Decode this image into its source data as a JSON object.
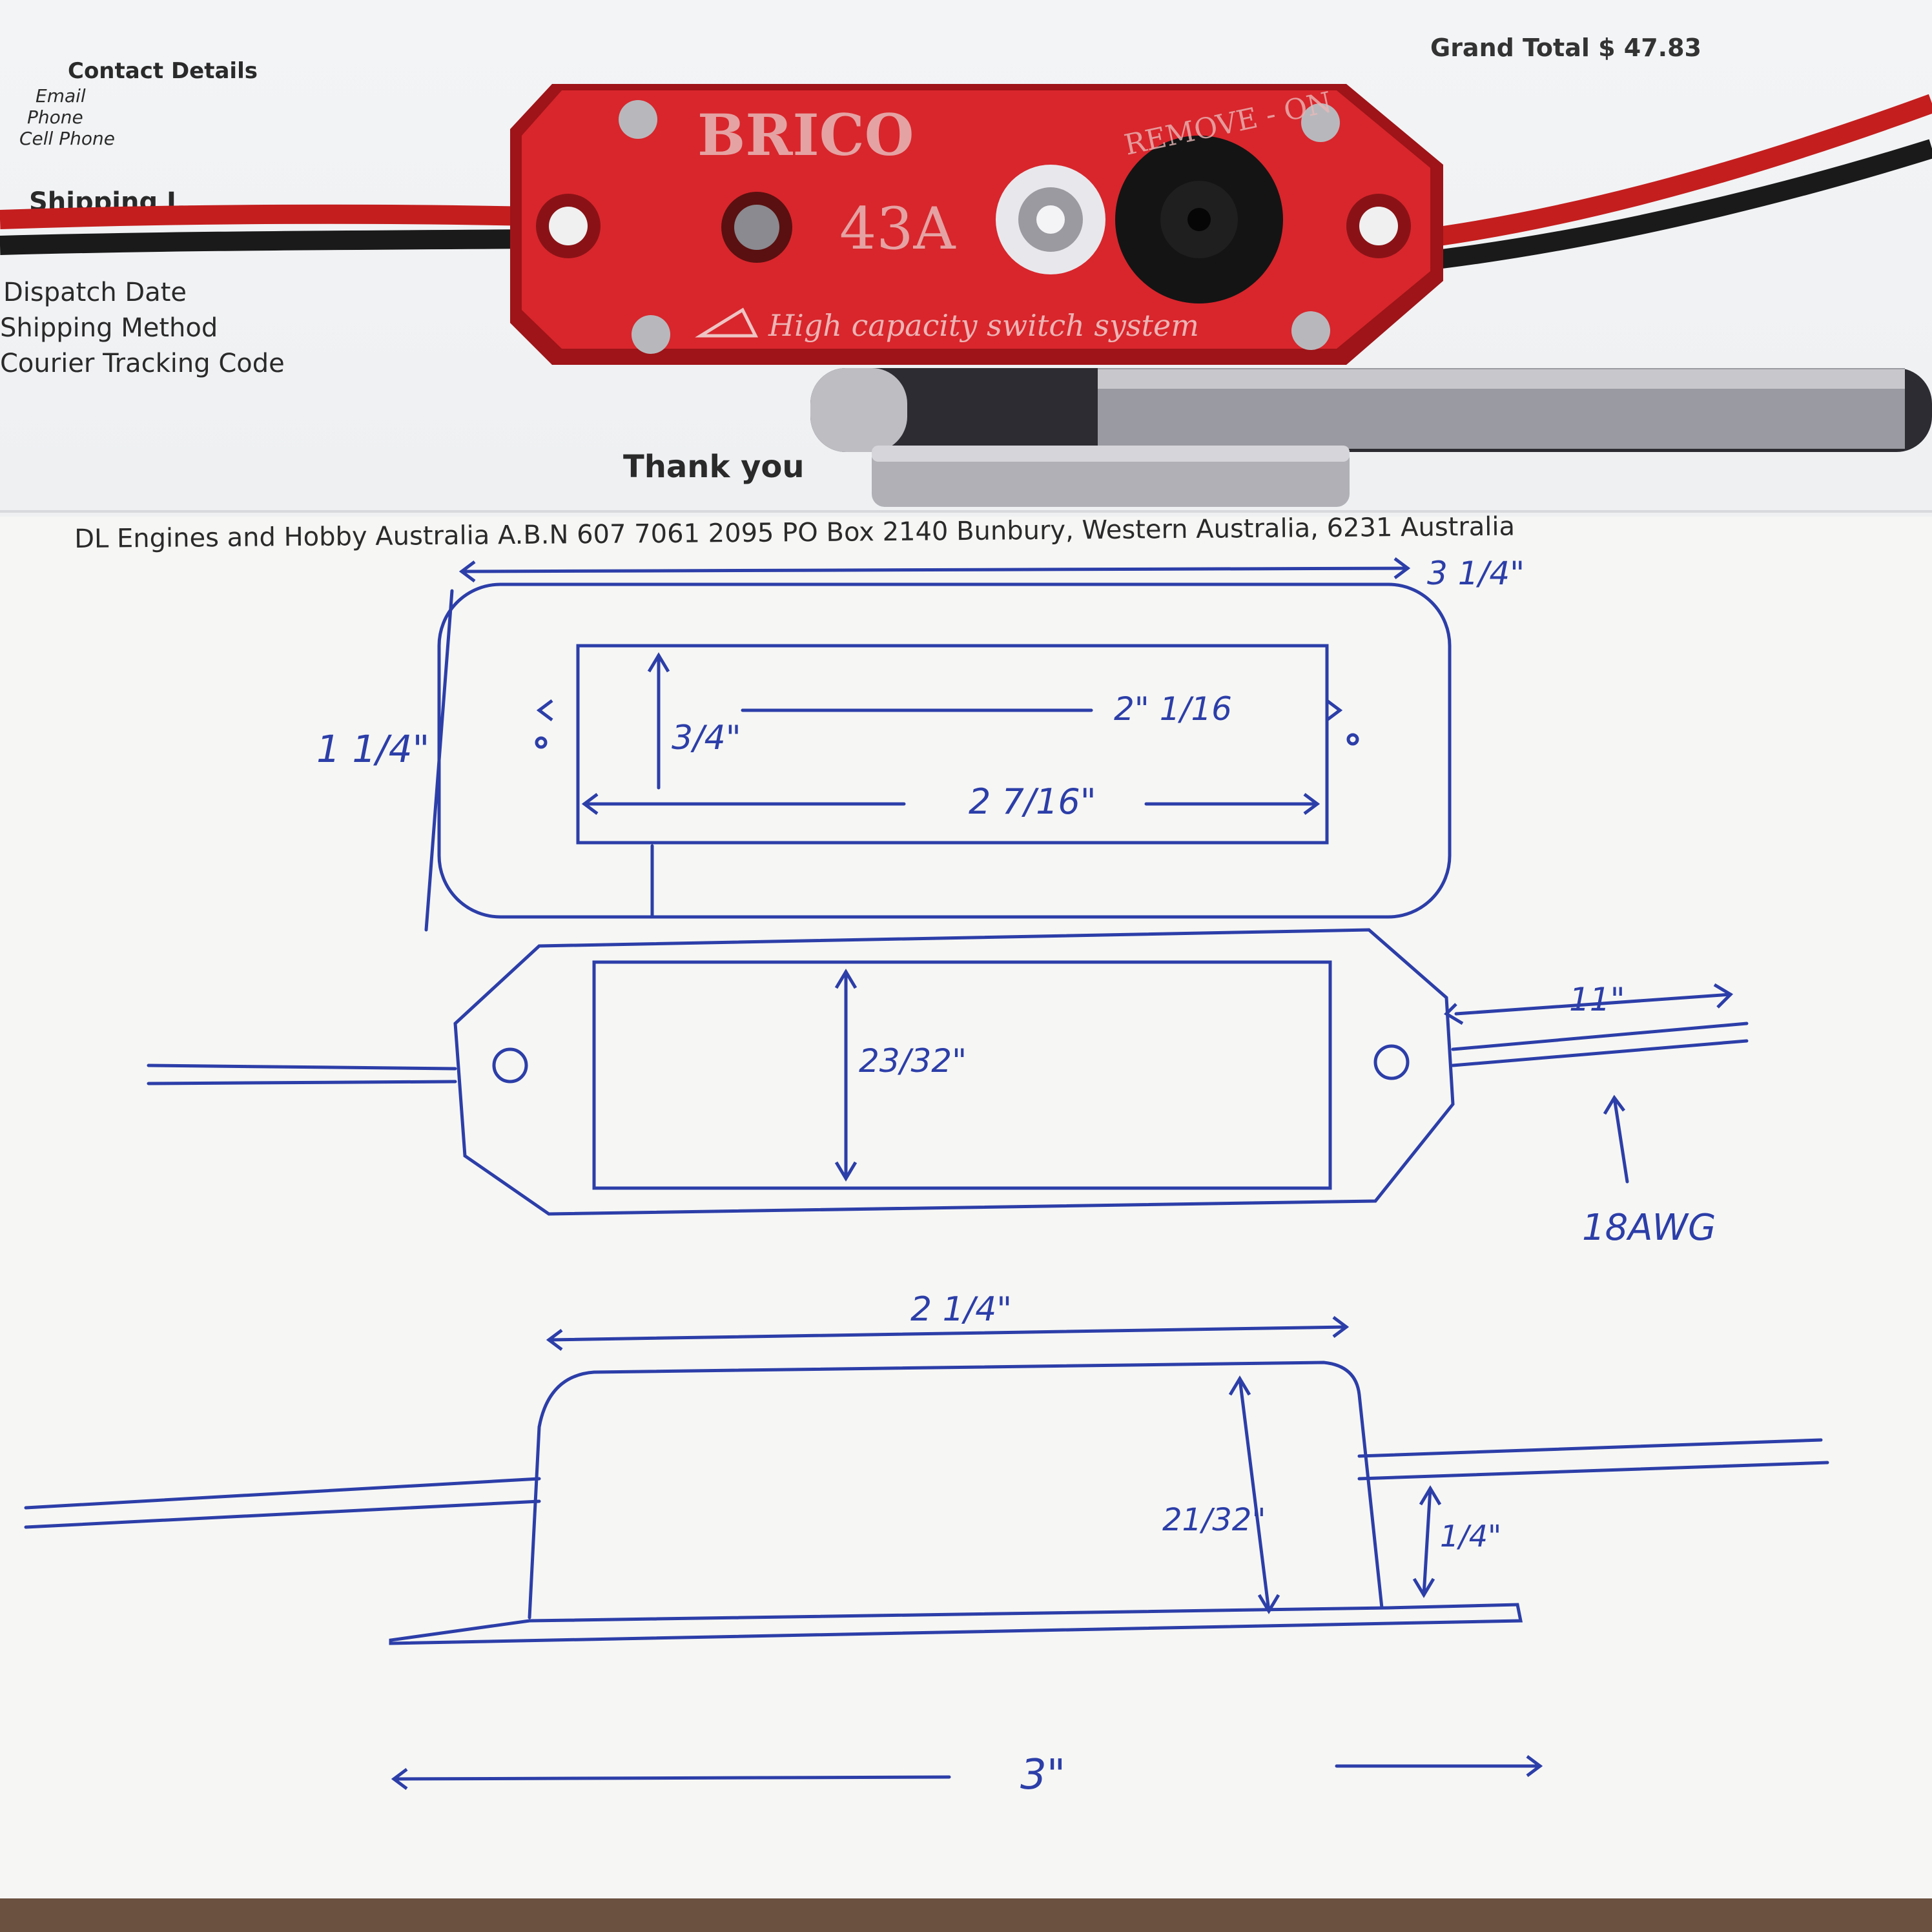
{
  "invoice": {
    "contact_heading": "Contact Details",
    "contact_fields": [
      "Email",
      "Phone",
      "Cell Phone"
    ],
    "shipping_heading": "Shipping I...",
    "shipping_fields": [
      "Dispatch Date",
      "Shipping Method",
      "Courier Tracking Code"
    ],
    "grand_total": "Grand Total $ 47.83",
    "thank_you": "Thank you",
    "footer": "DL Engines and Hobby Australia A.B.N 607 7061 2095 PO Box 2140 Bunbury, Western Australia, 6231 Australia"
  },
  "device": {
    "brand": "BRICO",
    "rating": "43A",
    "switch_label": "REMOVE - ON",
    "tagline": "High capacity switch system",
    "body_color": "#d8262c"
  },
  "sketch": {
    "ink_color": "#2c3ea8",
    "top_view": {
      "overall_length": "3 1/4\"",
      "overall_width": "1 1/4\"",
      "cutout_height": "3/4\"",
      "hole_spacing": "2\" 1/16",
      "cutout_length": "2 7/16\""
    },
    "plan_view": {
      "height": "23/32\"",
      "lead": "11\"",
      "wire_gauge": "18AWG"
    },
    "side_view": {
      "top_length": "2 1/4\"",
      "height": "21/32\"",
      "offset": "1/4\"",
      "base_length": "3\""
    }
  }
}
